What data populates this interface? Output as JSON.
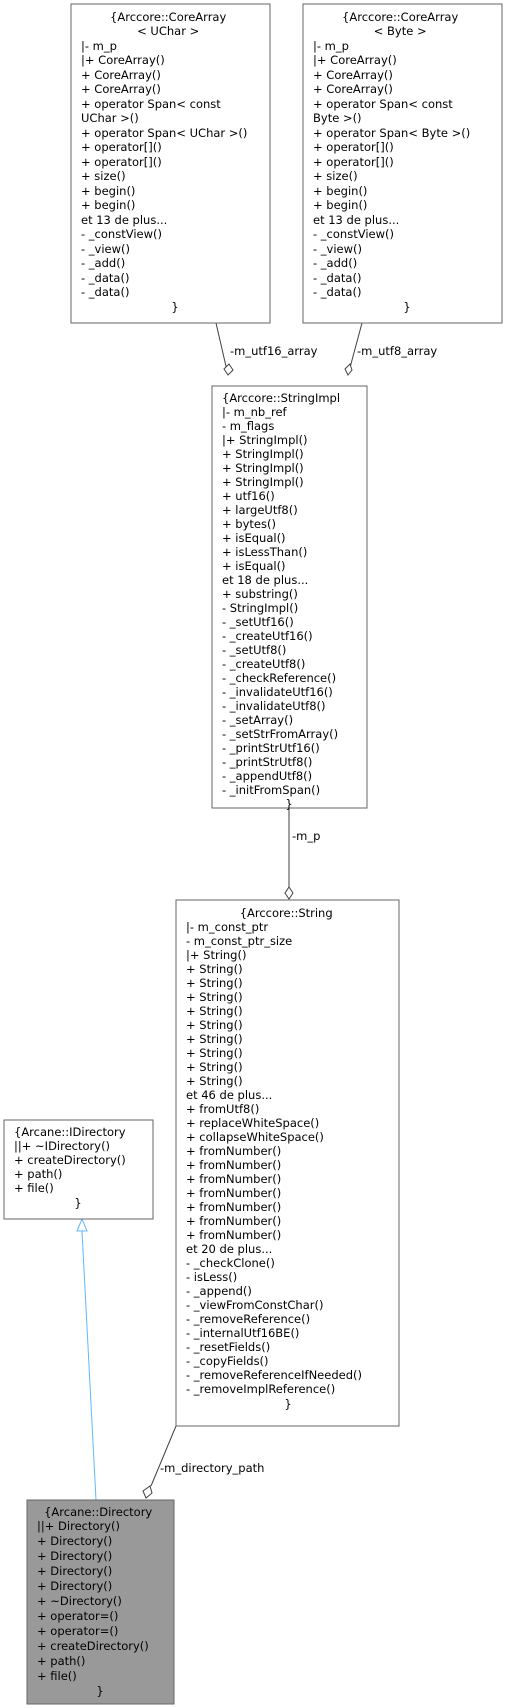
{
  "nodes": {
    "core_uchar": {
      "lines": [
        "{Arccore::CoreArray",
        "< UChar >",
        "|- m_p",
        "|+ CoreArray()",
        "+ CoreArray()",
        "+ CoreArray()",
        "+ operator Span< const",
        " UChar >()",
        "+ operator Span< UChar >()",
        "+ operator[]()",
        "+ operator[]()",
        "+ size()",
        "+ begin()",
        "+ begin()",
        "et 13 de plus...",
        "- _constView()",
        "- _view()",
        "- _add()",
        "- _data()",
        "- _data()",
        "}"
      ]
    },
    "core_byte": {
      "lines": [
        "{Arccore::CoreArray",
        "< Byte >",
        "|- m_p",
        "|+ CoreArray()",
        "+ CoreArray()",
        "+ CoreArray()",
        "+ operator Span< const",
        " Byte >()",
        "+ operator Span< Byte >()",
        "+ operator[]()",
        "+ operator[]()",
        "+ size()",
        "+ begin()",
        "+ begin()",
        "et 13 de plus...",
        "- _constView()",
        "- _view()",
        "- _add()",
        "- _data()",
        "- _data()",
        "}"
      ]
    },
    "string_impl": {
      "lines": [
        "{Arccore::StringImpl",
        "|- m_nb_ref",
        "- m_flags",
        "|+ StringImpl()",
        "+ StringImpl()",
        "+ StringImpl()",
        "+ StringImpl()",
        "+ utf16()",
        "+ largeUtf8()",
        "+ bytes()",
        "+ isEqual()",
        "+ isLessThan()",
        "+ isEqual()",
        "et 18 de plus...",
        "+ substring()",
        "- StringImpl()",
        "- _setUtf16()",
        "- _createUtf16()",
        "- _setUtf8()",
        "- _createUtf8()",
        "- _checkReference()",
        "- _invalidateUtf16()",
        "- _invalidateUtf8()",
        "- _setArray()",
        "- _setStrFromArray()",
        "- _printStrUtf16()",
        "- _printStrUtf8()",
        "- _appendUtf8()",
        "- _initFromSpan()",
        "}"
      ]
    },
    "string": {
      "lines": [
        "{Arccore::String",
        "|- m_const_ptr",
        "- m_const_ptr_size",
        "|+ String()",
        "+ String()",
        "+ String()",
        "+ String()",
        "+ String()",
        "+ String()",
        "+ String()",
        "+ String()",
        "+ String()",
        "+ String()",
        "et 46 de plus...",
        "+ fromUtf8()",
        "+ replaceWhiteSpace()",
        "+ collapseWhiteSpace()",
        "+ fromNumber()",
        "+ fromNumber()",
        "+ fromNumber()",
        "+ fromNumber()",
        "+ fromNumber()",
        "+ fromNumber()",
        "+ fromNumber()",
        "et 20 de plus...",
        "- _checkClone()",
        "- isLess()",
        "- _append()",
        "- _viewFromConstChar()",
        "- _removeReference()",
        "- _internalUtf16BE()",
        "- _resetFields()",
        "- _copyFields()",
        "- _removeReferenceIfNeeded()",
        "- _removeImplReference()",
        "}"
      ]
    },
    "idirectory": {
      "lines": [
        "{Arcane::IDirectory",
        "||+ ~IDirectory()",
        "+ createDirectory()",
        "+ path()",
        "+ file()",
        "}"
      ]
    },
    "directory": {
      "lines": [
        "{Arcane::Directory",
        "||+ Directory()",
        "+ Directory()",
        "+ Directory()",
        "+ Directory()",
        "+ Directory()",
        "+ ~Directory()",
        "+ operator=()",
        "+ operator=()",
        "+ createDirectory()",
        "+ path()",
        "+ file()",
        "}"
      ]
    }
  },
  "edges": {
    "utf16": "-m_utf16_array",
    "utf8": "-m_utf8_array",
    "m_p": "-m_p",
    "dir_path": "-m_directory_path"
  },
  "colors": {
    "focus_fill": "#999999",
    "inherit_edge": "#63b8ff",
    "assoc_edge": "#404040"
  }
}
